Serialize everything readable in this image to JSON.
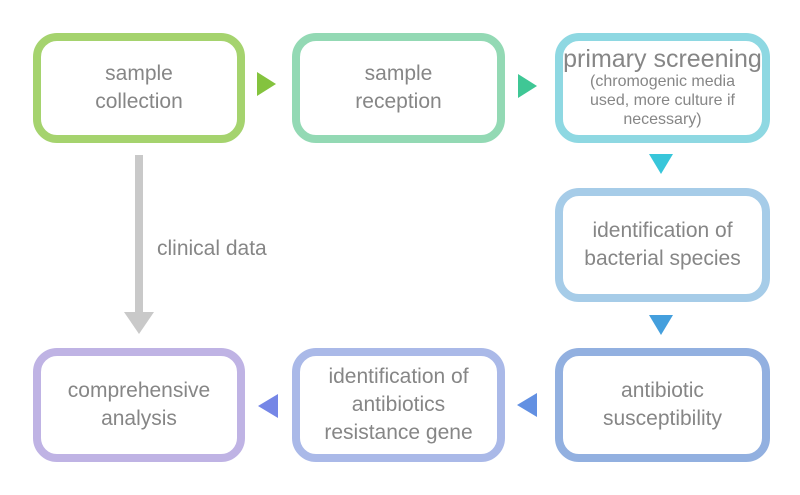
{
  "diagram": {
    "text_color": "#868686",
    "clinical_data_label": "clinical data",
    "boxes": [
      {
        "id": "sample-collection",
        "label": "sample\ncollection",
        "border_color": "#a5d36e"
      },
      {
        "id": "sample-reception",
        "label": "sample\nreception",
        "border_color": "#93d9b4"
      },
      {
        "id": "primary-screening",
        "label": "primary screening",
        "sublabel": "(chromogenic media\nused, more culture if\nnecessary)",
        "border_color": "#8ed8e2"
      },
      {
        "id": "identification-of-bacterial-species",
        "label": "identification of\nbacterial species",
        "border_color": "#a6cce8"
      },
      {
        "id": "antibiotic-susceptibility",
        "label": "antibiotic\nsusceptibility",
        "border_color": "#92b0e0"
      },
      {
        "id": "identification-of-antibiotics-resistance-gene",
        "label": "identification of\nantibiotics\nresistance gene",
        "border_color": "#aab9e8"
      },
      {
        "id": "comprehensive-analysis",
        "label": "comprehensive\nanalysis",
        "border_color": "#bfb3e4"
      }
    ],
    "arrows": [
      {
        "id": "arrow-1",
        "direction": "right",
        "from": "sample-collection",
        "to": "sample-reception",
        "color": "#84c33e"
      },
      {
        "id": "arrow-2",
        "direction": "right",
        "from": "sample-reception",
        "to": "primary-screening",
        "color": "#3fc795"
      },
      {
        "id": "arrow-3",
        "direction": "down",
        "from": "primary-screening",
        "to": "identification-of-bacterial-species",
        "color": "#38c6da"
      },
      {
        "id": "arrow-4",
        "direction": "down",
        "from": "identification-of-bacterial-species",
        "to": "antibiotic-susceptibility",
        "color": "#449fdd"
      },
      {
        "id": "arrow-5",
        "direction": "left",
        "from": "antibiotic-susceptibility",
        "to": "identification-of-antibiotics-resistance-gene",
        "color": "#6290e2"
      },
      {
        "id": "arrow-6",
        "direction": "left",
        "from": "identification-of-antibiotics-resistance-gene",
        "to": "comprehensive-analysis",
        "color": "#7586e6"
      },
      {
        "id": "clinical-data-arrow",
        "direction": "down",
        "from": "sample-collection",
        "to": "comprehensive-analysis",
        "color": "#c9c9c9",
        "label": "clinical data"
      }
    ]
  }
}
